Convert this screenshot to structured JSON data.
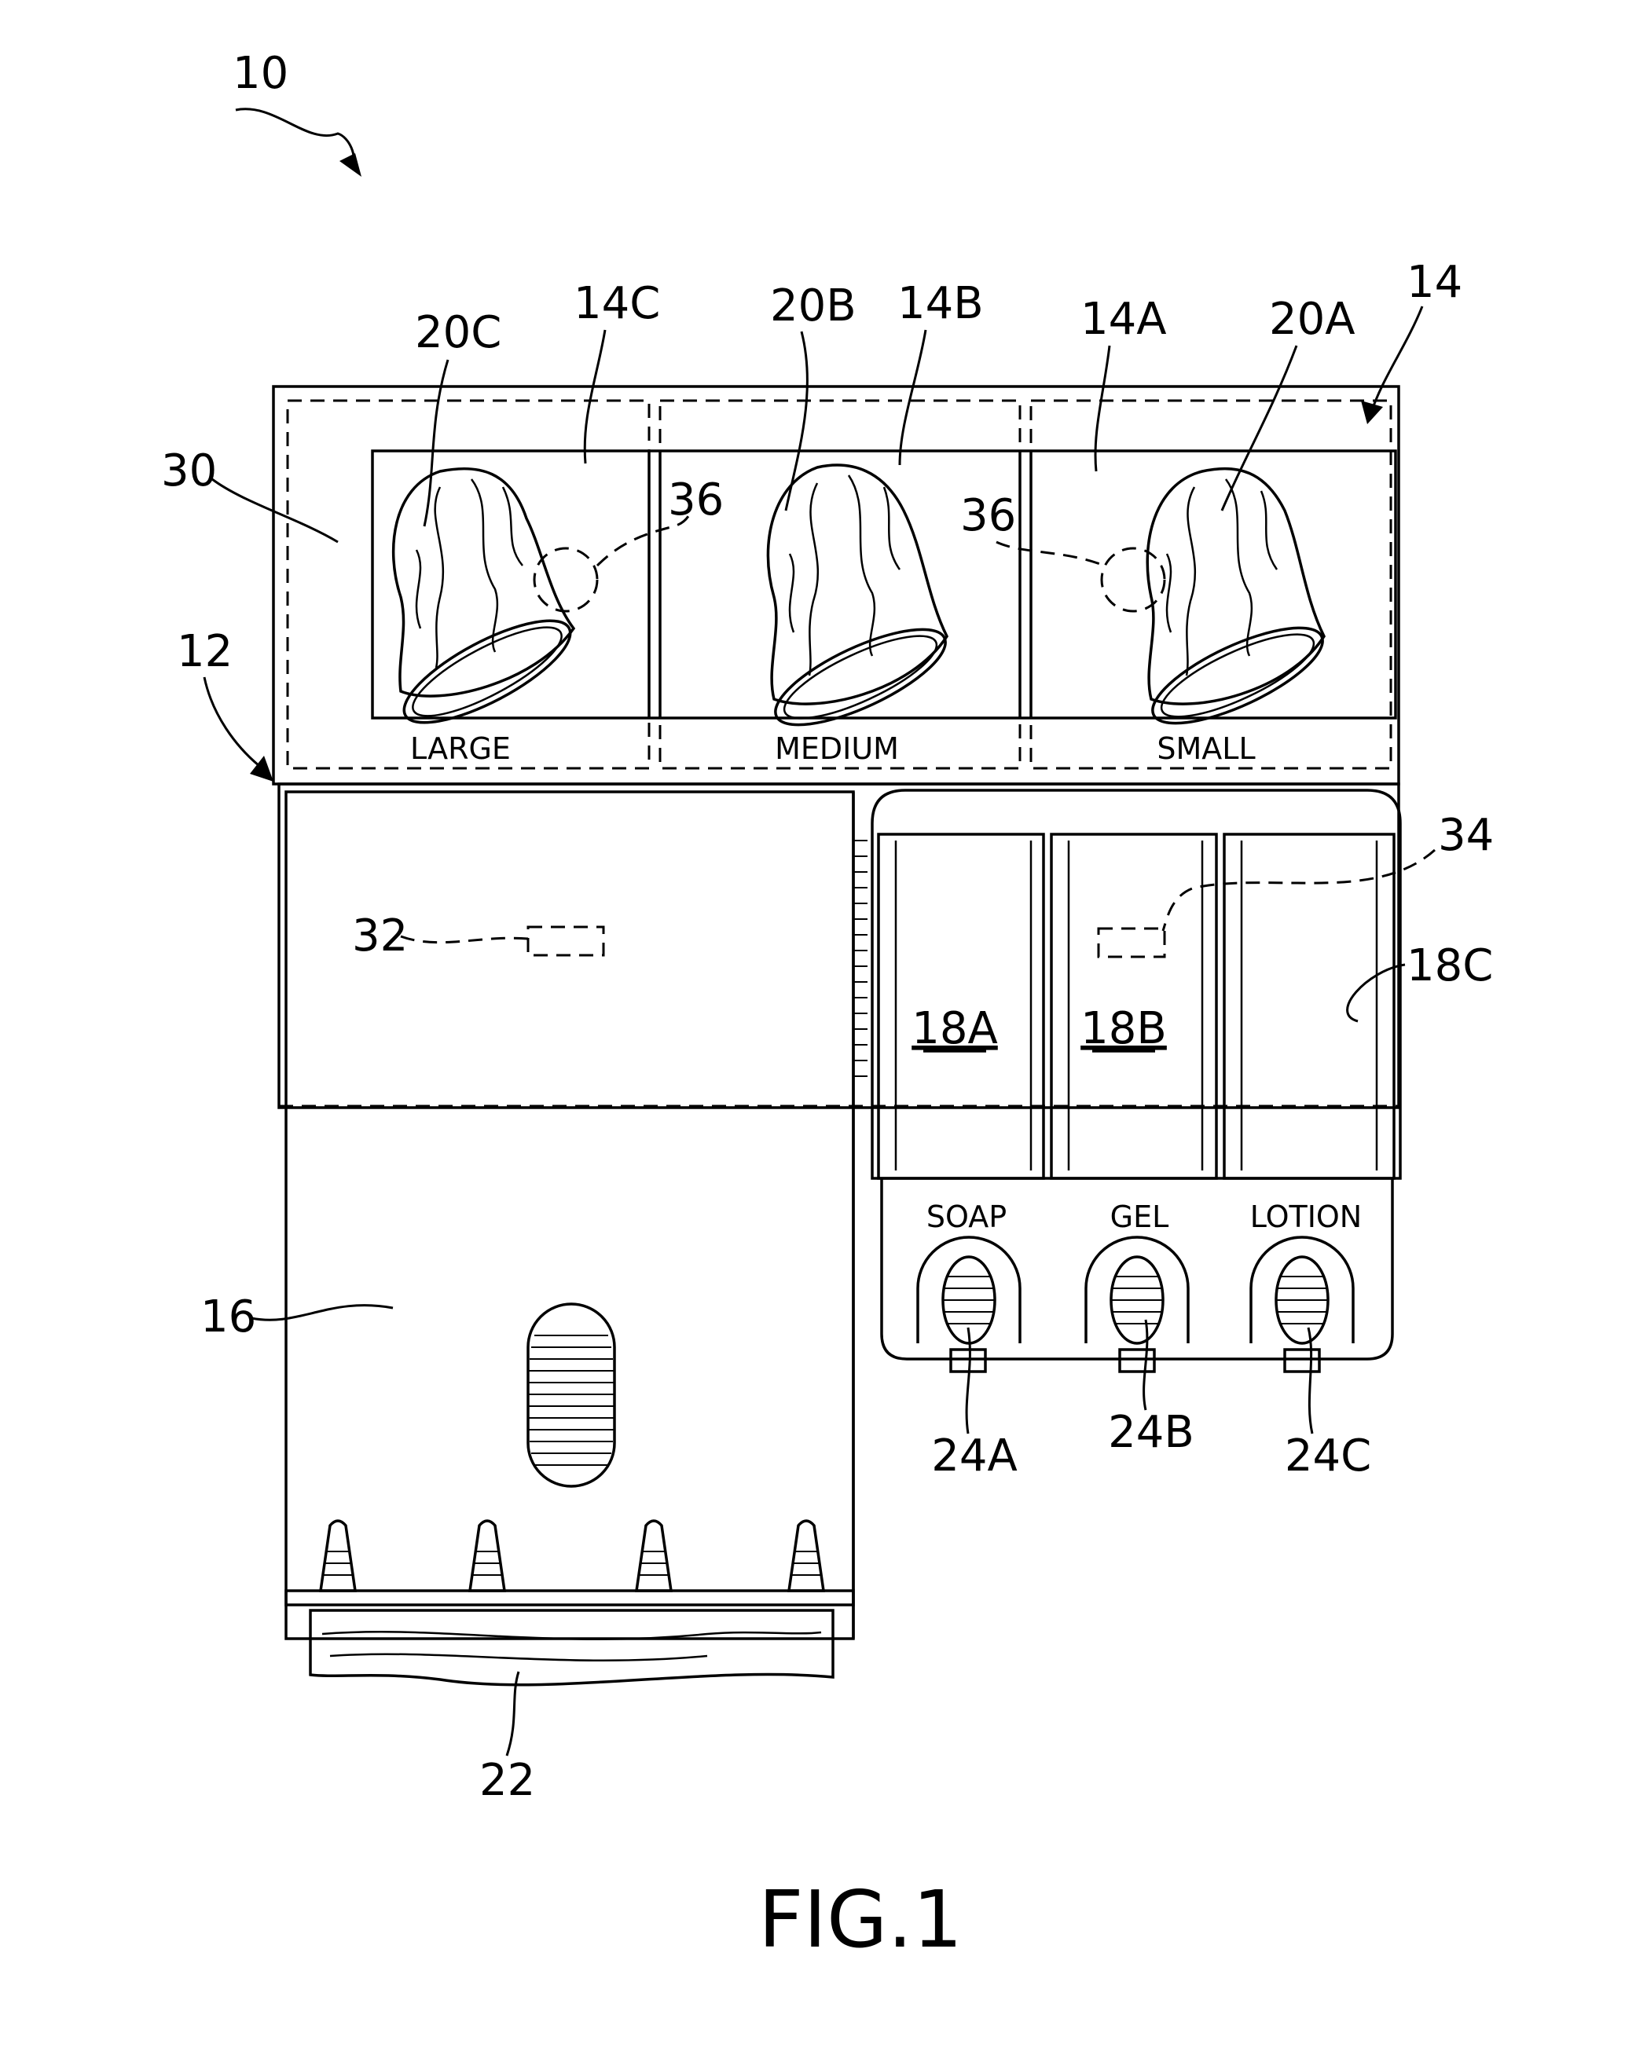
{
  "figure": {
    "caption": "FIG.1"
  },
  "refs": {
    "device": "10",
    "panel": "14",
    "panel_14a": "14A",
    "panel_14b": "14B",
    "panel_14c": "14C",
    "item_20a": "20A",
    "item_20b": "20B",
    "item_20c": "20C",
    "region_30": "30",
    "sensor_36_left": "36",
    "sensor_36_right": "36",
    "housing_12": "12",
    "sensor_32": "32",
    "sensor_34": "34",
    "reservoir_18a": "18A",
    "reservoir_18b": "18B",
    "reservoir_18c": "18C",
    "dispenser_16": "16",
    "nozzle_24a": "24A",
    "nozzle_24b": "24B",
    "nozzle_24c": "24C",
    "towel_22": "22"
  },
  "labels": {
    "large": "LARGE",
    "medium": "MEDIUM",
    "small": "SMALL",
    "soap": "SOAP",
    "gel": "GEL",
    "lotion": "LOTION"
  }
}
